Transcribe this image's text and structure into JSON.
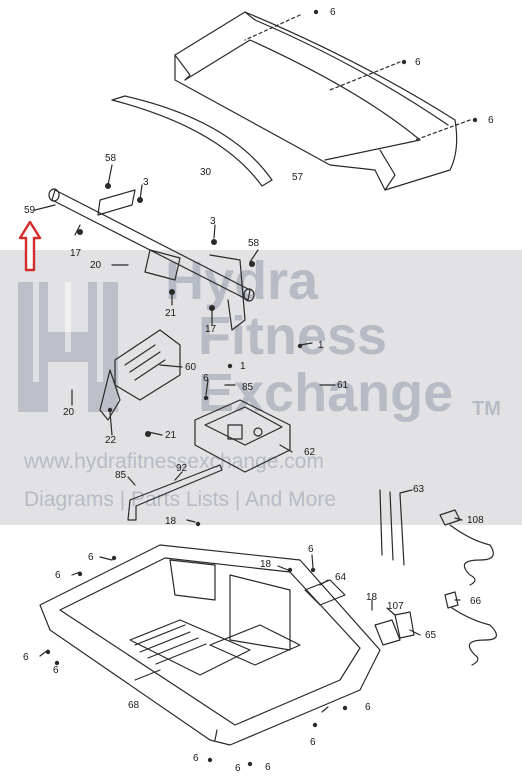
{
  "watermark": {
    "brand_line1": "Hydra",
    "brand_line2": "Fitness",
    "brand_line3": "Exchange",
    "trademark": "TM",
    "url": "www.hydrafitnessexchange.com",
    "tagline": "Diagrams | Parts Lists | And More"
  },
  "colors": {
    "line": "#2a2a2a",
    "arrow": "#d22b2b",
    "watermark": "#8890a0"
  },
  "highlight_callout": "59",
  "callouts": [
    "1",
    "3",
    "6",
    "17",
    "18",
    "20",
    "21",
    "22",
    "30",
    "57",
    "58",
    "59",
    "60",
    "61",
    "62",
    "63",
    "64",
    "65",
    "66",
    "68",
    "85",
    "92",
    "107",
    "108"
  ],
  "labels": {
    "l6a": "6",
    "l6b": "6",
    "l6c": "6",
    "l30": "30",
    "l57": "57",
    "l58a": "58",
    "l3a": "3",
    "l59": "59",
    "l17a": "17",
    "l3b": "3",
    "l58b": "58",
    "l20a": "20",
    "l21a": "21",
    "l17b": "17",
    "l1a": "1",
    "l1b": "1",
    "l60": "60",
    "l6d": "6",
    "l85a": "85",
    "l61": "61",
    "l20b": "20",
    "l22": "22",
    "l21b": "21",
    "l62": "62",
    "l85b": "85",
    "l92": "92",
    "l18a": "18",
    "l63": "63",
    "l108": "108",
    "l18b": "18",
    "l6e": "6",
    "l6f": "6",
    "l6g": "6",
    "l64": "64",
    "l18c": "18",
    "l107": "107",
    "l66": "66",
    "l65": "65",
    "l6h": "6",
    "l6i": "6",
    "l68": "68",
    "l6j": "6",
    "l6k": "6",
    "l6l": "6",
    "l6m": "6",
    "l6n": "6"
  }
}
